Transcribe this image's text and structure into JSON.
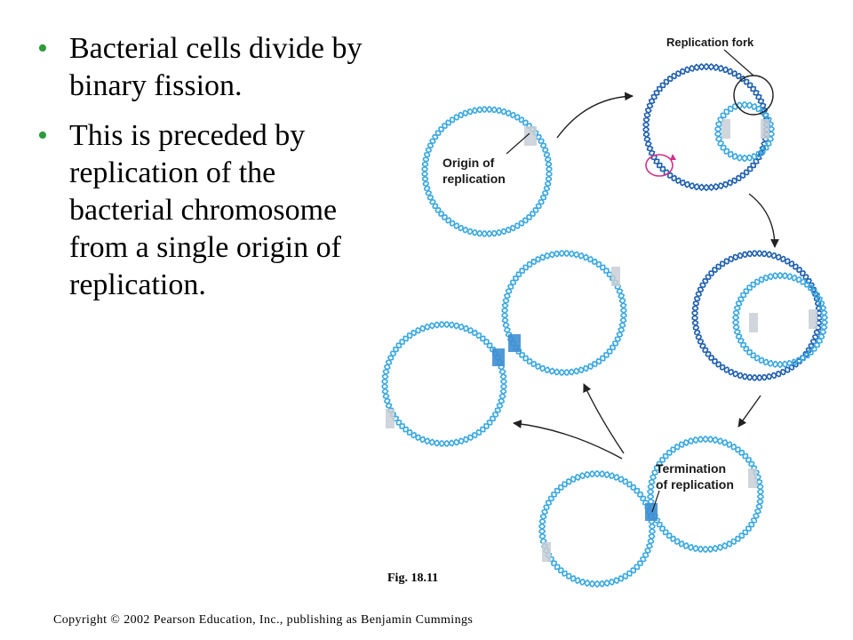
{
  "bullets": [
    {
      "text": "Bacterial cells divide by binary fission."
    },
    {
      "text": "This is preceded by replication of the bacterial chromosome from a single origin of replication."
    }
  ],
  "diagram": {
    "label_replication_fork": "Replication fork",
    "label_origin": [
      "Origin of",
      "replication"
    ],
    "label_termination": [
      "Termination",
      "of replication"
    ],
    "fig_caption": "Fig. 18.11"
  },
  "colors": {
    "bullet": "#2e9b3a",
    "dna_light": "#3aa8df",
    "dna_dark": "#1f5fae",
    "origin_arrow": "#d0308a"
  },
  "copyright": "Copyright © 2002 Pearson Education, Inc., publishing as Benjamin Cummings"
}
